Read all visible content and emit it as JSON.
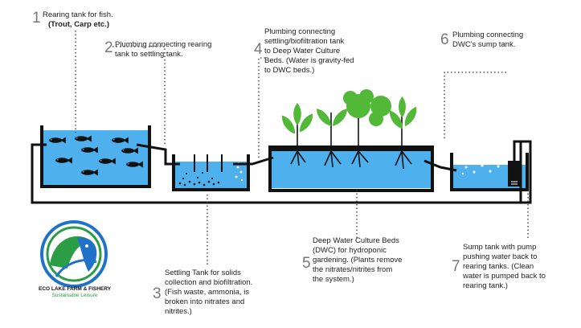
{
  "colors": {
    "water": "#4fb0ee",
    "water_dark": "#2b8fd6",
    "pipe": "#111111",
    "plant": "#52b837",
    "logo_blue": "#1f72c8",
    "logo_green": "#2a9d45"
  },
  "steps": [
    {
      "number": "1",
      "text": "Rearing tank for fish.",
      "subtext": "(Trout, Carp etc.)"
    },
    {
      "number": "2",
      "text": "Plumbing connecting rearing\ntank to settling tank."
    },
    {
      "number": "3",
      "text": "Settling Tank for solids\ncollection and biofiltration.\n(Fish waste, ammonia, is\nbroken into nitrates and\nnitrites.)"
    },
    {
      "number": "4",
      "text": "Plumbing connecting\nsettling/biofiltration tank\nto Deep Water Culture\nBeds. (Water is gravity-fed\nto DWC beds.)"
    },
    {
      "number": "5",
      "text": "Deep Water Culture Beds\n(DWC) for hydroponic\ngardening. (Plants remove\nthe nitrates/nitrites from\nthe system.)"
    },
    {
      "number": "6",
      "text": "Plumbing connecting\nDWC's sump tank."
    },
    {
      "number": "7",
      "text": "Sump tank with pump\npushing water back to\nrearing tanks. (Clean\nwater is pumped back to\nrearing tank.)"
    }
  ],
  "logo": {
    "name": "ECO LAKE FARM & FISHERY",
    "tagline": "Sustainable Leisure"
  }
}
